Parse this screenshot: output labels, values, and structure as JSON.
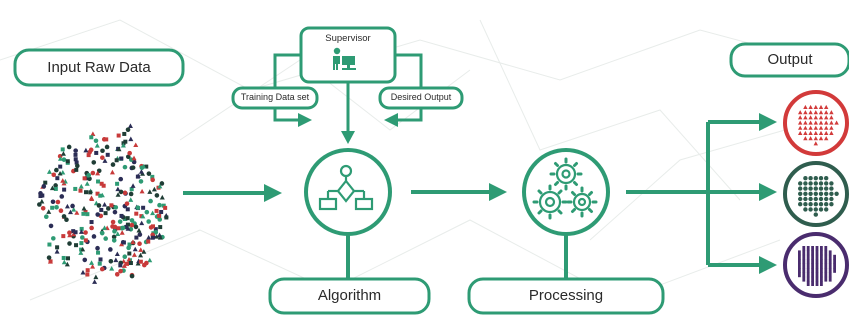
{
  "colors": {
    "primary": "#2e9b74",
    "output_red": "#d23a3a",
    "output_green": "#2f5d4e",
    "output_purple": "#4a2c6e",
    "scatter_red": "#c83a3a",
    "scatter_dark": "#1f3d35",
    "scatter_navy": "#2b2d55"
  },
  "labels": {
    "input_raw_data": "Input Raw Data",
    "supervisor": "Supervisor",
    "training_data_set": "Training Data set",
    "desired_output": "Desired Output",
    "algorithm": "Algorithm",
    "processing": "Processing",
    "output": "Output"
  },
  "icons": {
    "supervisor": "person-at-computer-icon",
    "algorithm": "flowchart-icon",
    "processing": "gears-icon",
    "output_1": "red-triangles-icon",
    "output_2": "green-dots-icon",
    "output_3": "purple-squares-icon"
  }
}
